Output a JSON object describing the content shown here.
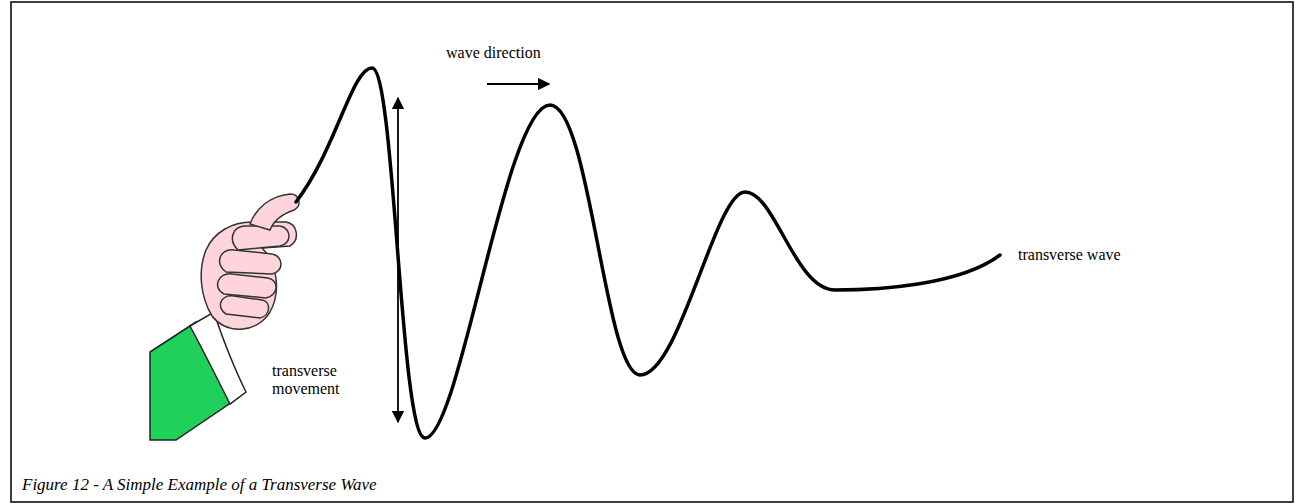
{
  "diagram": {
    "caption": "Figure 12 - A Simple Example of a Transverse Wave",
    "labels": [
      "wave direction",
      "transverse movement",
      "transverse wave"
    ]
  }
}
